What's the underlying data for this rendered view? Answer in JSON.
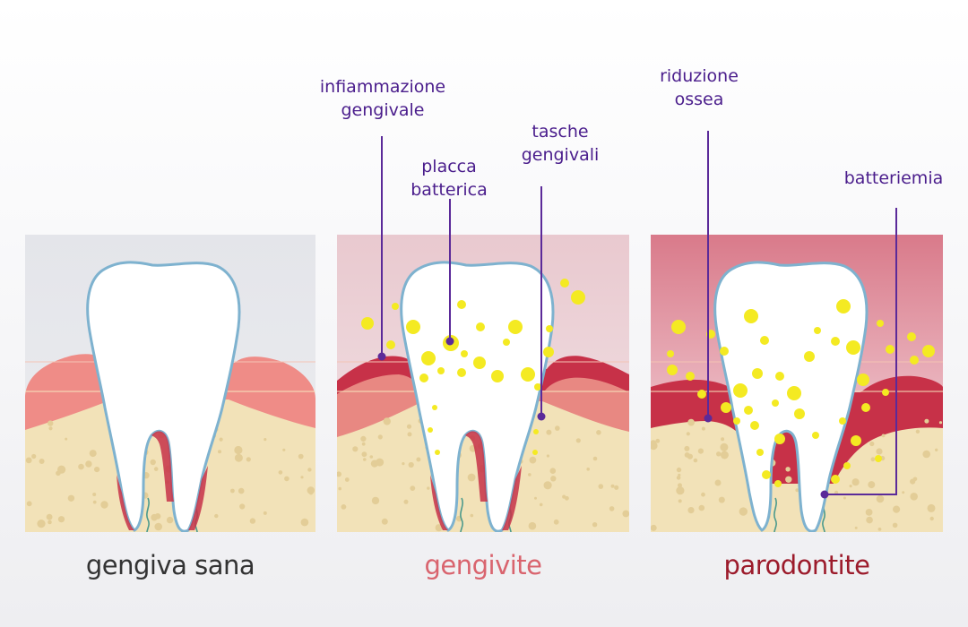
{
  "panels": [
    {
      "caption": "gengiva sana",
      "caption_color": "#333333"
    },
    {
      "caption": "gengivite",
      "caption_color": "#d9646e"
    },
    {
      "caption": "parodontite",
      "caption_color": "#9c1b2b"
    }
  ],
  "callouts": {
    "infiammazione": {
      "line1": "infiammazione",
      "line2": "gengivale"
    },
    "placca": {
      "line1": "placca",
      "line2": "batterica"
    },
    "tasche": {
      "line1": "tasche",
      "line2": "gengivali"
    },
    "riduzione": {
      "line1": "riduzione",
      "line2": "ossea"
    },
    "batteriemia": {
      "line1": "batteriemia"
    }
  },
  "colors": {
    "callout_text": "#4a1d8c",
    "callout_line": "#5b2a99",
    "bone": "#f2e2b8",
    "bone_dots": "#e3cd97",
    "gum_healthy": "#ef8c87",
    "gum_inflamed": "#c73148",
    "tooth_outline": "#7eb2cf",
    "bacteria": "#f4ea22"
  }
}
